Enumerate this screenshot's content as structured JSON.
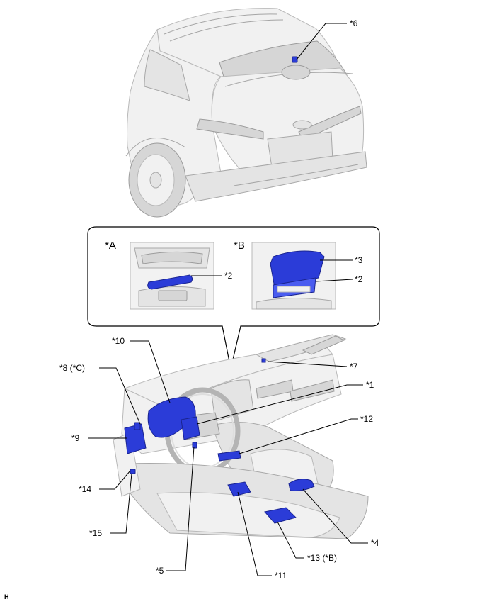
{
  "views": {
    "a": {
      "label": "*A"
    },
    "b": {
      "label": "*B"
    }
  },
  "callouts": {
    "c1": "*1",
    "c2a": "*2",
    "c2b": "*2",
    "c3": "*3",
    "c4": "*4",
    "c5": "*5",
    "c6": "*6",
    "c7": "*7",
    "c8": "*8 (*C)",
    "c9": "*9",
    "c10": "*10",
    "c11": "*11",
    "c12": "*12",
    "c13": "*13 (*B)",
    "c14": "*14",
    "c15": "*15"
  },
  "footer": {
    "mark": "H"
  },
  "colors": {
    "highlight": "#2b3cd8",
    "body": "#eeeeee"
  }
}
